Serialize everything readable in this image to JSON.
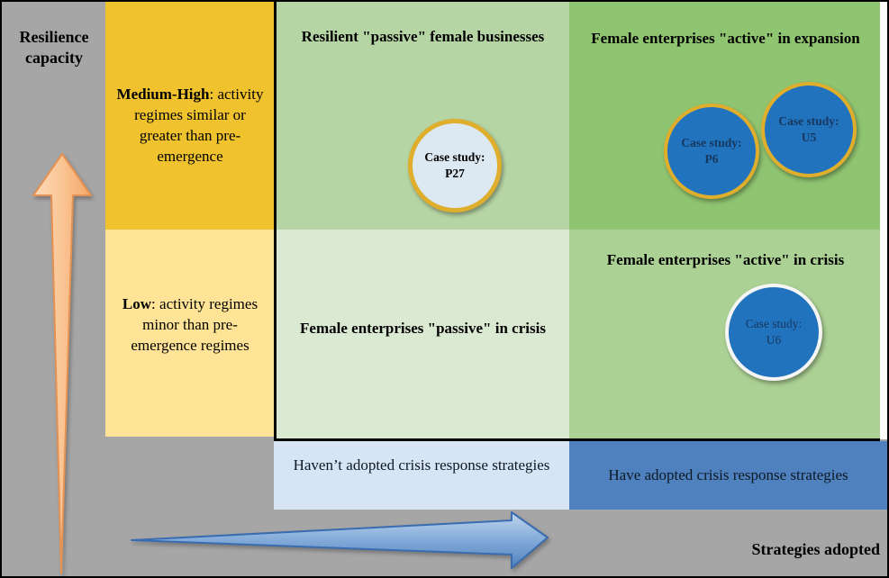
{
  "colors": {
    "bg-gray": "#a6a6a6",
    "gold": "#efc22e",
    "light-yellow": "#ffe396",
    "green-top-mid": "#b6d5a4",
    "green-bottom-mid": "#dae9d1",
    "green-top-right": "#8fc470",
    "green-bottom-right": "#acd194",
    "band-light-blue": "#d6e4f4",
    "band-blue": "#4e81bd",
    "circle-blue": "#2173bd",
    "circle-gold-ring": "#dfae2c",
    "circle-light-fill": "#dce9f2",
    "circle-white-ring": "#f5f5f5",
    "circle-text": "#17375e"
  },
  "axis": {
    "y": "Resilience capacity",
    "x": "Strategies adopted"
  },
  "capacity_levels": {
    "medium_high": {
      "bold": "Medium-High",
      "rest": ": activity regimes similar or greater than pre-emergence"
    },
    "low": {
      "bold": "Low",
      "rest": ": activity regimes minor than pre-emergence regimes"
    }
  },
  "quadrants": {
    "passive_resilient": {
      "title": "Resilient \"passive\" female businesses"
    },
    "active_expansion": {
      "title": "Female enterprises \"active\" in expansion"
    },
    "passive_crisis": {
      "title": "Female enterprises \"passive\" in crisis"
    },
    "active_crisis": {
      "title": "Female enterprises \"active\" in crisis"
    }
  },
  "strategy_bands": {
    "not_adopted": "Haven’t adopted crisis response strategies",
    "adopted": "Have adopted crisis response strategies"
  },
  "case_studies": {
    "p27": {
      "prefix": "Case study:",
      "id": "P27"
    },
    "p6": {
      "prefix": "Case study:",
      "id": "P6"
    },
    "u5": {
      "prefix": "Case study:",
      "id": "U5"
    },
    "u6": {
      "prefix": "Case study:",
      "id": "U6"
    }
  }
}
